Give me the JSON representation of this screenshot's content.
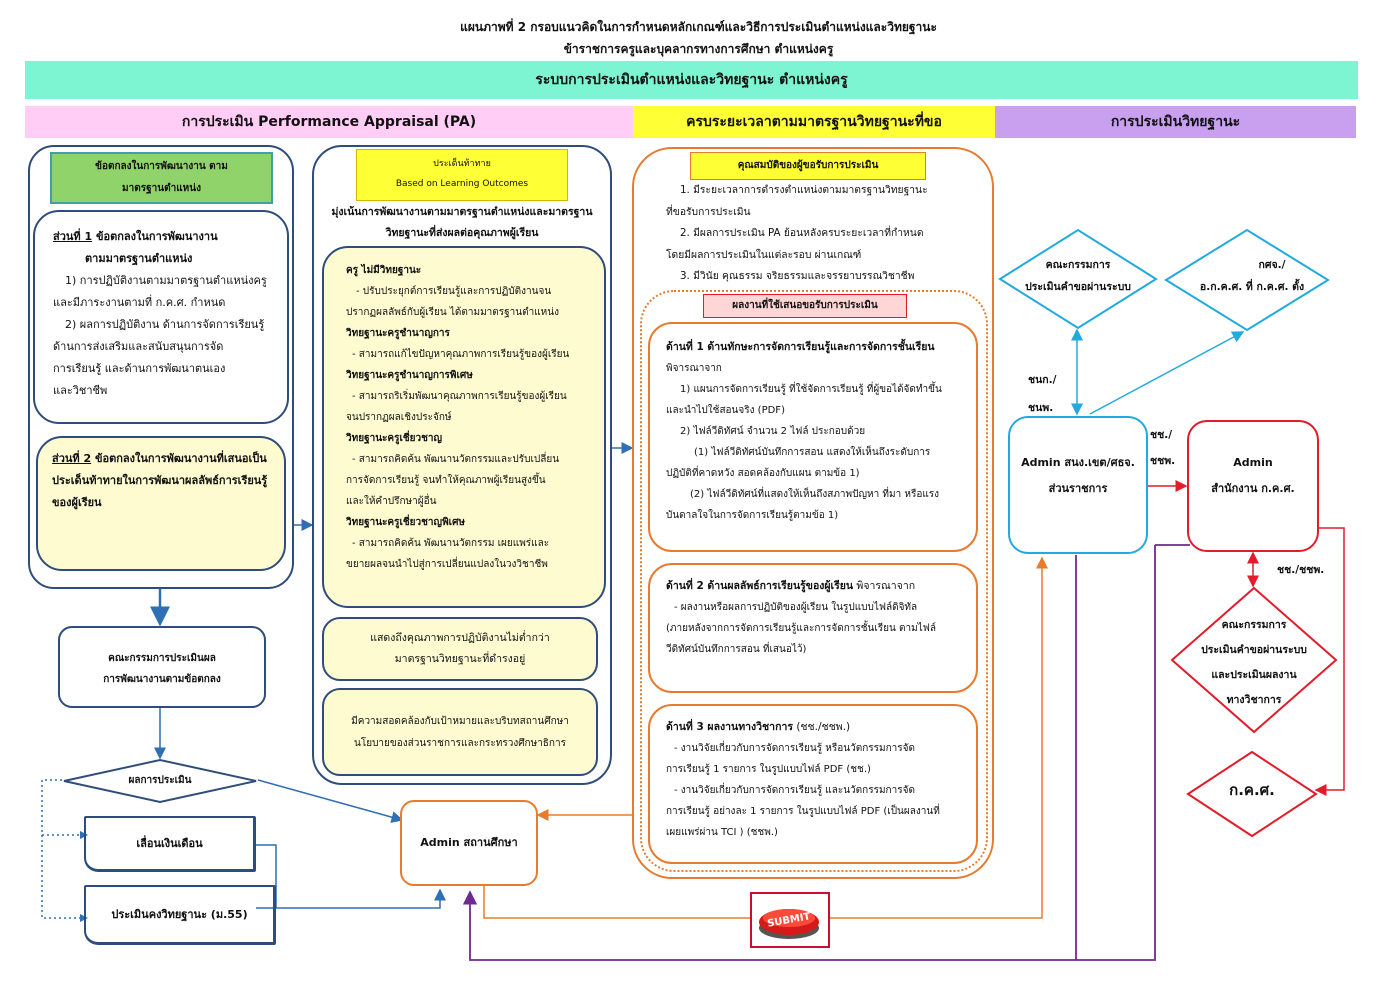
{
  "header": {
    "title_line1": "แผนภาพที่ 2 กรอบแนวคิดในการกำหนดหลักเกณฑ์และวิธีการประเมินตำแหน่งและวิทยฐานะ",
    "title_line2": "ข้าราชการครูและบุคลากรทางการศึกษา ตำแหน่งครู",
    "banner": "ระบบการประเมินตำแหน่งและวิทยฐานะ ตำแหน่งครู",
    "sec_pa": "การประเมิน Performance Appraisal (PA)",
    "sec_period": "ครบระยะเวลาตามมาตรฐานวิทยฐานะที่ขอ",
    "sec_eval": "การประเมินวิทยฐานะ"
  },
  "col1": {
    "tag": "ข้อตกลงในการพัฒนางาน ตามมาตรฐานตำแหน่ง",
    "part1_head": "ส่วนที่ 1",
    "part1_title": " ข้อตกลงในการพัฒนางาน",
    "part1_title2": "ตามมาตรฐานตำแหน่ง",
    "part1_items": [
      "1) การปฏิบัติงานตามมาตรฐานตำแหน่งครู",
      "และมีภาระงานตามที่ ก.ค.ศ. กำหนด",
      "2) ผลการปฏิบัติงาน ด้านการจัดการเรียนรู้",
      "ด้านการส่งเสริมและสนับสนุนการจัด",
      "การเรียนรู้ และด้านการพัฒนาตนเอง",
      "และวิชาชีพ"
    ],
    "part2_head": "ส่วนที่ 2",
    "part2_title": " ข้อตกลงในการพัฒนางานที่เสนอเป็นประเด็นท้าทายในการพัฒนาผลลัพธ์การเรียนรู้ของผู้เรียน",
    "committee": "คณะกรรมการประเมินผล การพัฒนางานตามข้อตกลง",
    "result": "ผลการประเมิน",
    "salary": "เลื่อนเงินเดือน",
    "maintain": "ประเมินคงวิทยฐานะ (ม.55)"
  },
  "col2": {
    "tag_line1": "ประเด็นท้าทาย",
    "tag_line2": "Based on Learning Outcomes",
    "focus_line1": "มุ่งเน้นการพัฒนางานตามมาตรฐานตำแหน่งและมาตรฐาน",
    "focus_line2": "วิทยฐานะที่ส่งผลต่อคุณภาพผู้เรียน",
    "levels": [
      {
        "title": "ครู ไม่มีวิทยฐานะ",
        "lines": [
          "- ปรับประยุกต์การเรียนรู้และการปฏิบัติงานจน",
          "ปรากฏผลลัพธ์กับผู้เรียน ได้ตามมาตรฐานตำแหน่ง"
        ]
      },
      {
        "title": "วิทยฐานะครูชำนาญการ",
        "lines": [
          "- สามารถแก้ไขปัญหาคุณภาพการเรียนรู้ของผู้เรียน"
        ]
      },
      {
        "title": "วิทยฐานะครูชำนาญการพิเศษ",
        "lines": [
          "- สามารถริเริ่มพัฒนาคุณภาพการเรียนรู้ของผู้เรียน",
          "จนปรากฏผลเชิงประจักษ์"
        ]
      },
      {
        "title": "วิทยฐานะครูเชี่ยวชาญ",
        "lines": [
          "- สามารถคิดค้น พัฒนานวัตกรรมและปรับเปลี่ยน",
          "การจัดการเรียนรู้ จนทำให้คุณภาพผู้เรียนสูงขึ้น",
          "และให้คำปรึกษาผู้อื่น"
        ]
      },
      {
        "title": "วิทยฐานะครูเชี่ยวชาญพิเศษ",
        "lines": [
          "- สามารถคิดค้น พัฒนานวัตกรรม เผยแพร่และ",
          "ขยายผลจนนำไปสู่การเปลี่ยนแปลงในวงวิชาชีพ"
        ]
      }
    ],
    "quality_line1": "แสดงถึงคุณภาพการปฏิบัติงานไม่ต่ำกว่า",
    "quality_line2": "มาตรฐานวิทยฐานะที่ดำรงอยู่",
    "align_line1": "มีความสอดคล้องกับเป้าหมายและบริบทสถานศึกษา",
    "align_line2": "นโยบายของส่วนราชการและกระทรวงศึกษาธิการ",
    "admin_school": "Admin สถานศึกษา"
  },
  "col3": {
    "tag": "คุณสมบัติของผู้ขอรับการประเมิน",
    "quals": [
      "1. มีระยะเวลาการดำรงตำแหน่งตามมาตรฐานวิทยฐานะ",
      "ที่ขอรับการประเมิน",
      "2. มีผลการประเมิน PA ย้อนหลังครบระยะเวลาที่กำหนด",
      "โดยมีผลการประเมินในแต่ละรอบ ผ่านเกณฑ์",
      "3. มีวินัย คุณธรรม จริยธรรมและจรรยาบรรณวิชาชีพ"
    ],
    "works_tag": "ผลงานที่ใช้เสนอขอรับการประเมิน",
    "d1_title": "ด้านที่ 1 ด้านทักษะการจัดการเรียนรู้และการจัดการชั้นเรียน",
    "d1_lines": [
      "พิจารณาจาก",
      "1) แผนการจัดการเรียนรู้ ที่ใช้จัดการเรียนรู้ ที่ผู้ขอได้จัดทำขึ้น",
      "และนำไปใช้สอนจริง (PDF)",
      "2) ไฟล์วีดิทัศน์ จำนวน 2 ไฟล์ ประกอบด้วย",
      "(1) ไฟล์วีดิทัศน์บันทึกการสอน แสดงให้เห็นถึงระดับการ",
      "ปฏิบัติที่คาดหวัง สอดคล้องกับแผน ตามข้อ 1)",
      "(2) ไฟล์วีดิทัศน์ที่แสดงให้เห็นถึงสภาพปัญหา ที่มา หรือแรง",
      "บันดาลใจในการจัดการเรียนรู้ตามข้อ 1)"
    ],
    "d2_title": "ด้านที่ 2 ด้านผลลัพธ์การเรียนรู้ของผู้เรียน",
    "d2_suffix": " พิจารณาจาก",
    "d2_lines": [
      "- ผลงานหรือผลการปฏิบัติของผู้เรียน ในรูปแบบไฟล์ดิจิทัล",
      "(ภายหลังจากการจัดการเรียนรู้และการจัดการชั้นเรียน ตามไฟล์",
      "วีดิทัศน์บันทึกการสอน ที่เสนอไว้)"
    ],
    "d3_title": "ด้านที่ 3 ผลงานทางวิชาการ",
    "d3_suffix": " (ชช./ชชพ.)",
    "d3_lines": [
      "- งานวิจัยเกี่ยวกับการจัดการเรียนรู้ หรือนวัตกรรมการจัด",
      "การเรียนรู้ 1 รายการ ในรูปแบบไฟล์ PDF (ชช.)",
      "- งานวิจัยเกี่ยวกับการจัดการเรียนรู้ และนวัตกรรมการจัด",
      "การเรียนรู้ อย่างละ 1 รายการ ในรูปแบบไฟล์ PDF (เป็นผลงานที่",
      "เผยแพร่ผ่าน TCI ) (ชชพ.)"
    ],
    "submit": "SUBMIT"
  },
  "col4": {
    "committee_pass_l1": "คณะกรรมการ",
    "committee_pass_l2": "ประเมินคำขอผ่านระบบ",
    "kosho_l1": "กศจ./",
    "kosho_l2": "อ.ก.ค.ศ. ที่ ก.ค.ศ. ตั้ง",
    "label_chn": "ชนก./",
    "label_chp": "ชนพ.",
    "admin_area_l1": "Admin สนง.เขต/ศธจ.",
    "admin_area_l2": "ส่วนราชการ",
    "label_ch1": "ชช./",
    "label_ch2": "ชชพ.",
    "admin_kks_l1": "Admin",
    "admin_kks_l2": "สำนักงาน ก.ค.ศ.",
    "label_chch": "ชช./ชชพ.",
    "committee_acad_l1": "คณะกรรมการ",
    "committee_acad_l2": "ประเมินคำขอผ่านระบบ",
    "committee_acad_l3": "และประเมินผลงาน",
    "committee_acad_l4": "ทางวิชาการ",
    "kks": "ก.ค.ศ."
  },
  "colors": {
    "banner": "#7df5d2",
    "pa_band": "#ffcdf6",
    "period_band": "#ffff35",
    "eval_band": "#c9a0f0",
    "navy": "#2f4d7a",
    "orange": "#e77b2e",
    "cyan": "#21aadf",
    "red": "#e31c2b",
    "purple": "#6e2a8f",
    "cream": "#fffbd0",
    "green_tag": "#8fd36a",
    "yellow_tag": "#ffff35"
  }
}
